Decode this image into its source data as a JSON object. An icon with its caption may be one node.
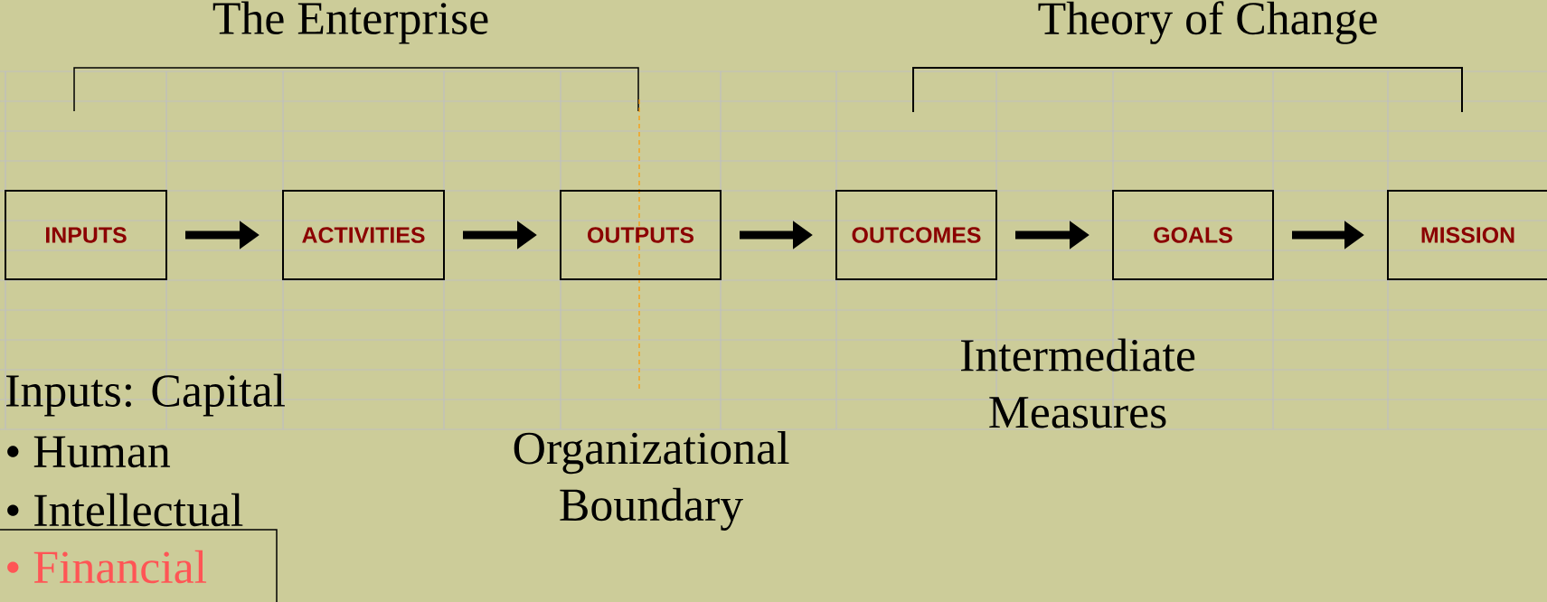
{
  "diagram": {
    "nodes": [
      {
        "text": [
          "INPUTS"
        ]
      },
      {
        "text": [
          "ACTIVITIES"
        ]
      },
      {
        "text": [
          "OUTPUTS"
        ]
      },
      {
        "text": [
          "OUTCOMES"
        ]
      },
      {
        "text": [
          "GOALS"
        ]
      },
      {
        "text": [
          "MISSION"
        ]
      }
    ],
    "edges": [
      {
        "from": 0,
        "to": 1,
        "arrow": "to"
      },
      {
        "from": 1,
        "to": 2,
        "arrow": "to"
      },
      {
        "from": 2,
        "to": 3,
        "arrow": "to"
      },
      {
        "from": 3,
        "to": 4,
        "arrow": "to"
      },
      {
        "from": 4,
        "to": 5,
        "arrow": "to"
      }
    ],
    "labels": [
      "The Enterprise",
      "Theory of Change",
      "Intermediate Measures",
      "Inputs: Capital",
      "• Human",
      "• Intellectual",
      "Organizational Boundary",
      "• Financial"
    ]
  }
}
